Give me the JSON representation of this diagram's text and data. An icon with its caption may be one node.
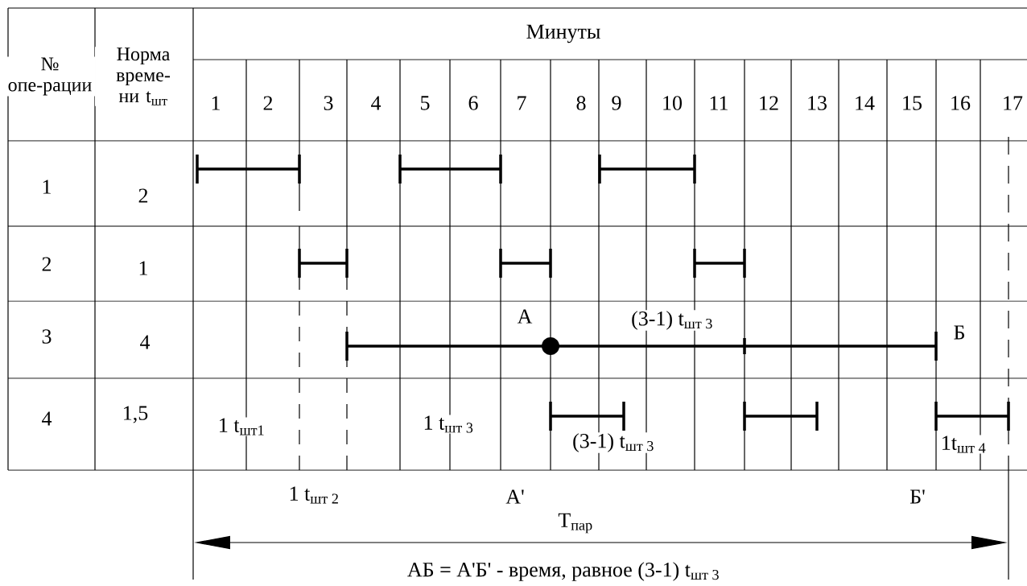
{
  "diagram": {
    "labels": [
      "№ опе-рации",
      "Норма време-ни t$_{шт}$",
      "Минуты",
      "1",
      "2",
      "3",
      "4",
      "5",
      "6",
      "7",
      "8",
      "9",
      "10",
      "11",
      "12",
      "13",
      "14",
      "15",
      "16",
      "17",
      "1",
      "2",
      "2",
      "1",
      "А",
      "(3-1) t$_{шт 3}$",
      "3",
      "4",
      "Б",
      "4",
      "1,5",
      "1 t$_{шт1}$",
      "1 t$_{шт 3}$",
      "(3-1) t$_{шт 3}$",
      "1t$_{шт 4}$",
      "1 t$_{шт 2}$",
      "А'",
      "Б'",
      "T$_{пар}$",
      "АБ = А'Б'  -  время, равное    (3-1) t$_{шт 3}$"
    ]
  }
}
